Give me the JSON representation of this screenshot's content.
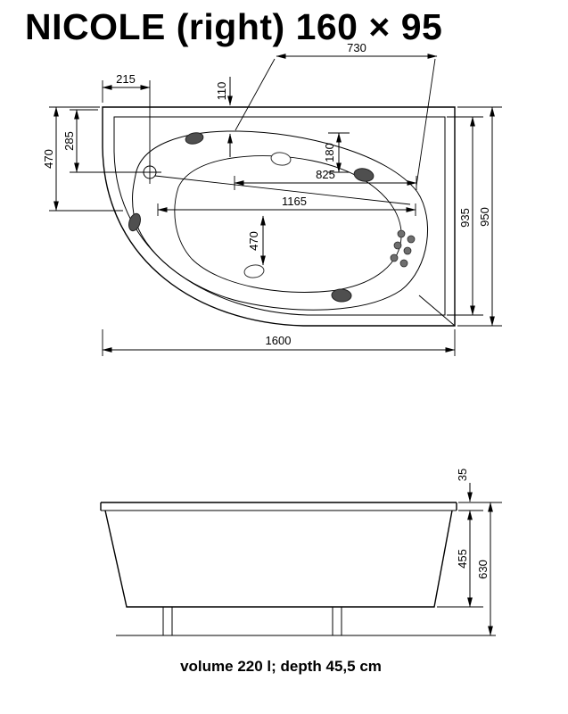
{
  "title": "NICOLE (right) 160 × 95",
  "footer": "volume 220 l; depth 45,5 cm",
  "colors": {
    "title": "#52c1d9",
    "line": "#000000"
  },
  "top_view": {
    "d215": "215",
    "d110": "110",
    "d730": "730",
    "d285": "285",
    "d470_left": "470",
    "d180": "180",
    "d825": "825",
    "d1165": "1165",
    "d470_mid": "470",
    "d935": "935",
    "d950": "950",
    "d1600": "1600"
  },
  "side_view": {
    "d35": "35",
    "d455": "455",
    "d630": "630"
  }
}
